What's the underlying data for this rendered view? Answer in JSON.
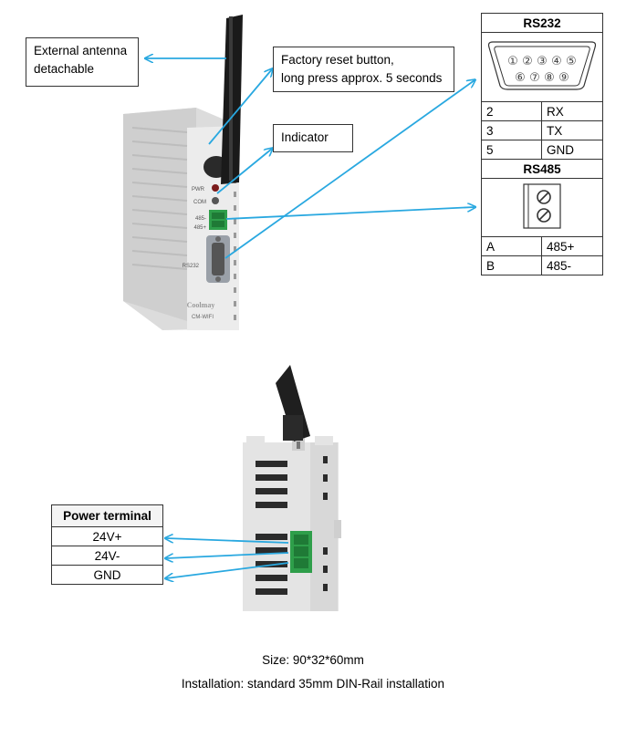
{
  "callouts": {
    "antenna": [
      "External antenna",
      "detachable"
    ],
    "reset": [
      "Factory reset button,",
      "long press approx. 5 seconds"
    ],
    "indicator": "Indicator"
  },
  "device_front": {
    "led_pwr": "PWR",
    "led_com": "COM",
    "terminal_485_minus": "485-",
    "terminal_485_plus": "485+",
    "port_rs232": "RS232",
    "brand": "Coolmay",
    "model": "CM-WIFI"
  },
  "rs232": {
    "title": "RS232",
    "pins_top": [
      "①",
      "②",
      "③",
      "④",
      "⑤"
    ],
    "pins_bottom": [
      "⑥",
      "⑦",
      "⑧",
      "⑨"
    ],
    "rows": [
      {
        "pin": "2",
        "signal": "RX"
      },
      {
        "pin": "3",
        "signal": "TX"
      },
      {
        "pin": "5",
        "signal": "GND"
      }
    ]
  },
  "rs485": {
    "title": "RS485",
    "rows": [
      {
        "pin": "A",
        "signal": "485+"
      },
      {
        "pin": "B",
        "signal": "485-"
      }
    ]
  },
  "power": {
    "title": "Power terminal",
    "rows": [
      "24V+",
      "24V-",
      "GND"
    ]
  },
  "captions": {
    "size": "Size: 90*32*60mm",
    "installation": "Installation: standard 35mm DIN-Rail installation"
  },
  "colors": {
    "arrow": "#29a8e0",
    "terminal_green": "#2e9e4a",
    "housing": "#e6e6e6",
    "antenna": "#1a1a1a"
  }
}
